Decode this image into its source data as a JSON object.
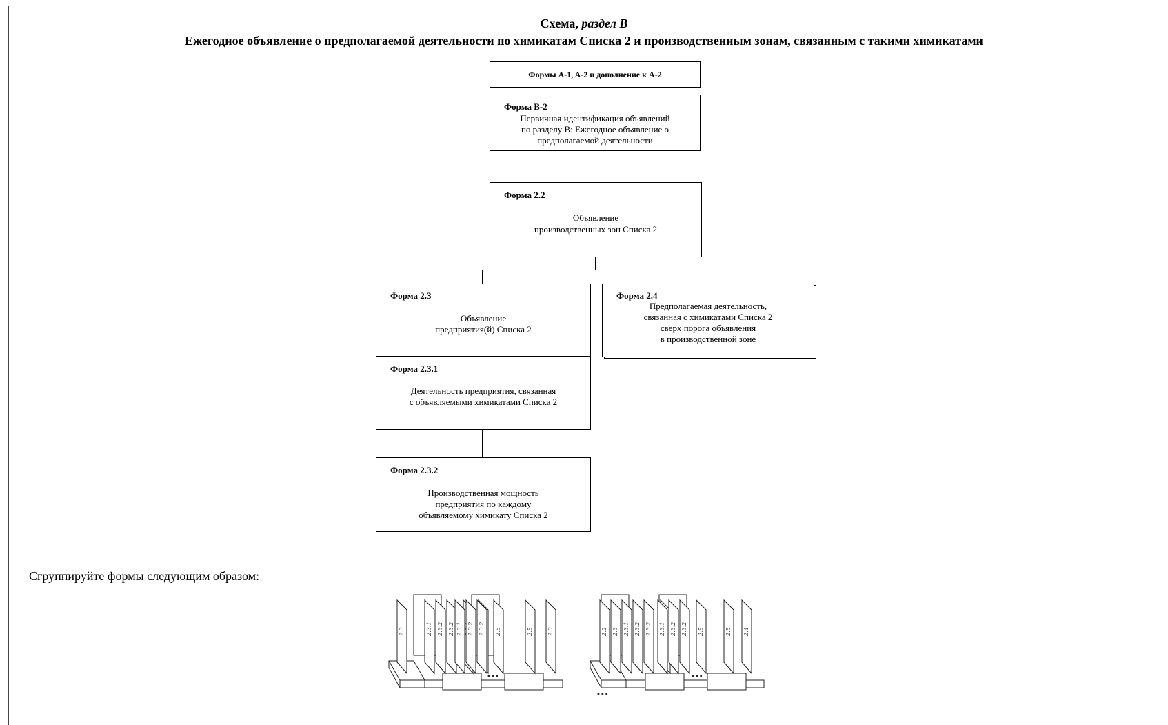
{
  "title": {
    "prefix": "Схема, ",
    "section": "раздел B",
    "subtitle": "Ежегодное объявление о предполагаемой деятельности по химикатам Списка 2 и производственным зонам, связанным с такими химикатами"
  },
  "boxes": {
    "forms_a": {
      "label": "Формы A-1, A-2 и дополнение к A-2"
    },
    "form_b2": {
      "code": "Форма B-2",
      "line1": "Первичная идентификация объявлений",
      "line2": "по разделу B: Ежегодное объявление о",
      "line3": "предполагаемой деятельности"
    },
    "form_22": {
      "code": "Форма 2.2",
      "line1": "Объявление",
      "line2": "производственных зон Списка 2"
    },
    "form_23": {
      "code": "Форма 2.3",
      "line1": "Объявление",
      "line2": "предприятия(й) Списка 2"
    },
    "form_24": {
      "code": "Форма 2.4",
      "line1": "Предполагаемая деятельность,",
      "line2": "связанная с химикатами Списка 2",
      "line3": "сверх порога объявления",
      "line4": "в производственной зоне"
    },
    "form_231": {
      "code": "Форма 2.3.1",
      "line1": "Деятельность предприятия, связанная",
      "line2": "с объявляемыми химикатами Списка 2"
    },
    "form_232": {
      "code": "Форма 2.3.2",
      "line1": "Производственная мощность",
      "line2": "предприятия по каждому",
      "line3": "объявляемому химикату Списка 2"
    }
  },
  "grouping": {
    "instruction": "Сгруппируйте формы следующим образом:",
    "labels": [
      "2.3",
      "2.3.1",
      "2.3.2",
      "2.5",
      "2.4",
      "2.2"
    ],
    "ellipsis": "•••"
  }
}
